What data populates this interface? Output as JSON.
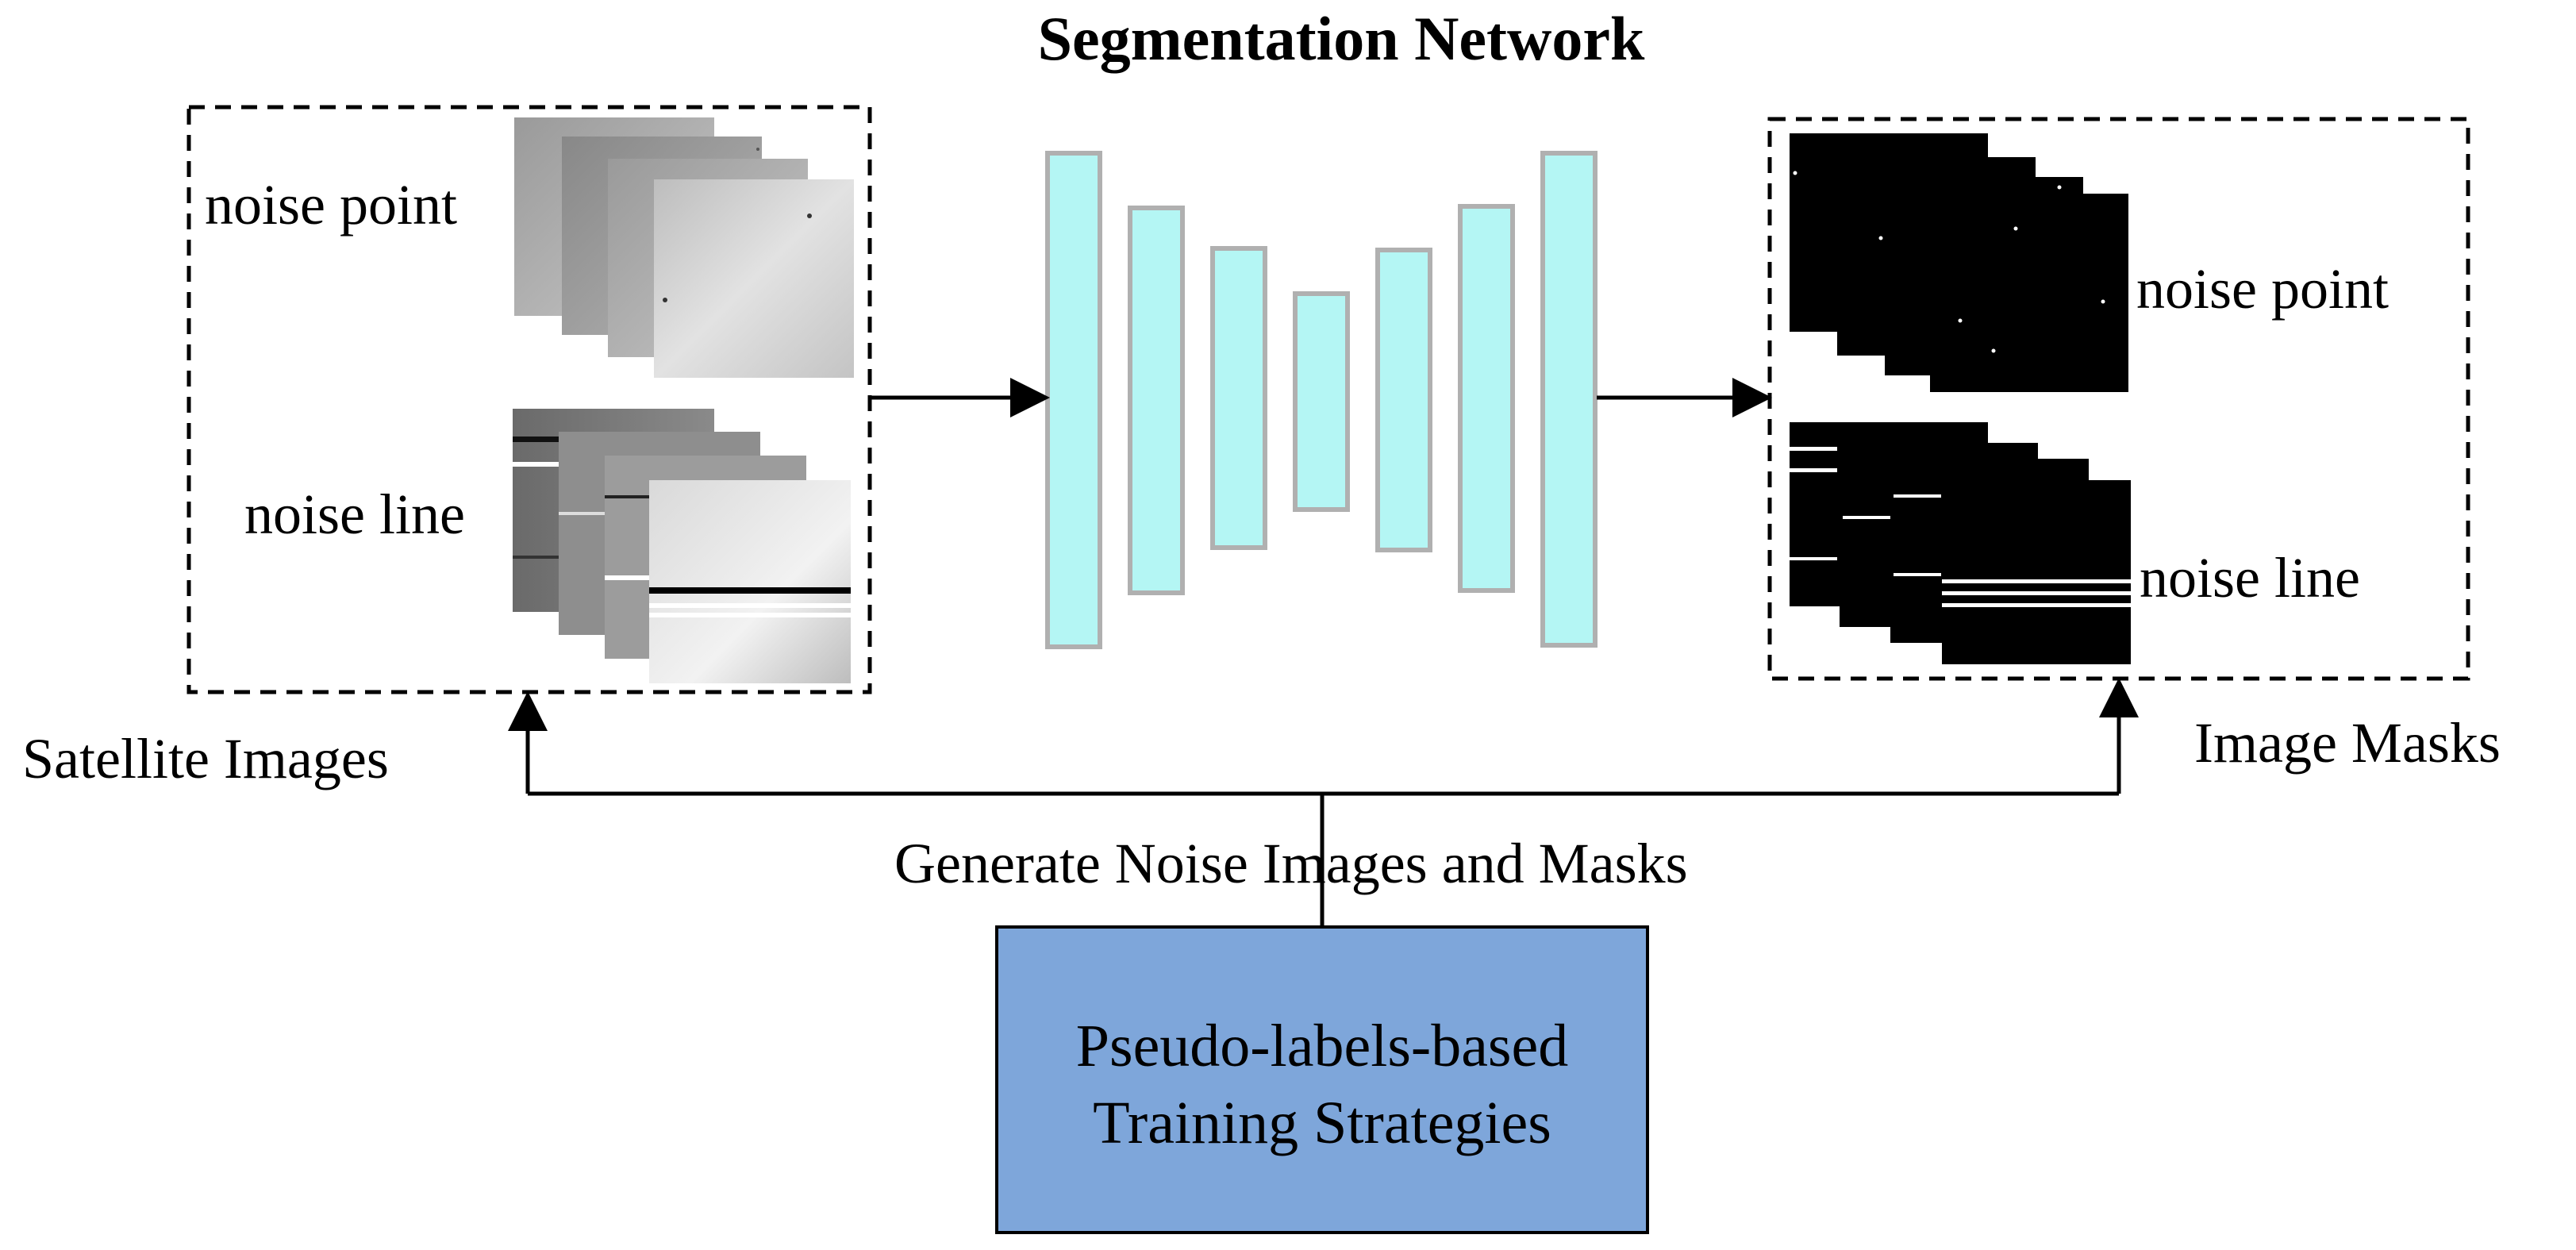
{
  "title": "Segmentation Network",
  "satellite": {
    "caption": "Satellite Images",
    "point_label": "noise point",
    "line_label": "noise line"
  },
  "masks": {
    "caption": "Image Masks",
    "point_label": "noise point",
    "line_label": "noise line"
  },
  "generate_label": "Generate Noise Images and Masks",
  "training_box": {
    "line1": "Pseudo-labels-based",
    "line2": "Training Strategies"
  },
  "colors": {
    "network_block_fill": "#b4f6f4",
    "network_block_stroke": "#b0b0b0",
    "training_box_fill": "#7ea6da",
    "mask_fill": "#000000"
  }
}
